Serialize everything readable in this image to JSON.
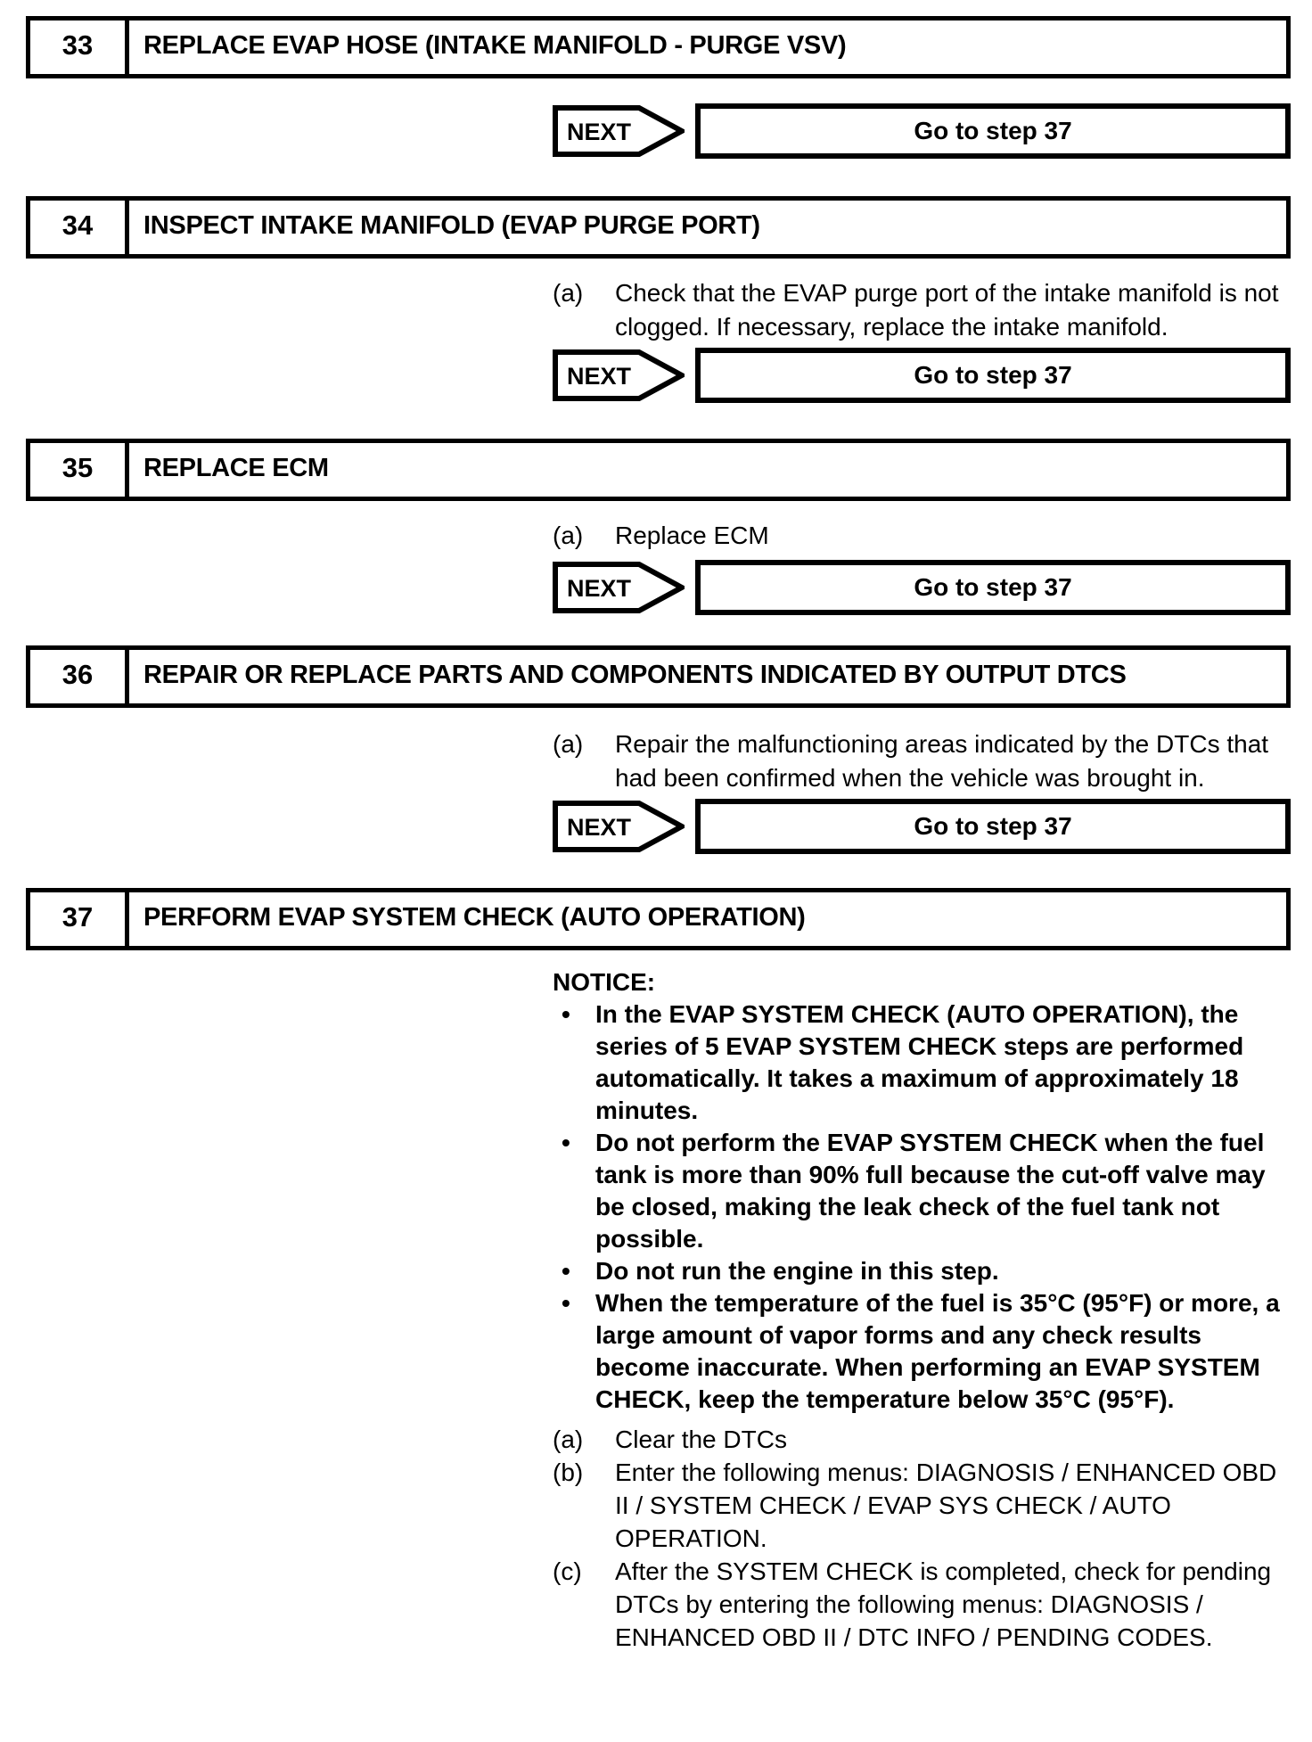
{
  "page": {
    "next_label": "NEXT",
    "bullet_char": "•",
    "border_color": "#000000",
    "background_color": "#ffffff"
  },
  "steps": [
    {
      "number": "33",
      "title": "REPLACE EVAP HOSE (INTAKE MANIFOLD - PURGE VSV)",
      "next_action": "Go to step 37"
    },
    {
      "number": "34",
      "title": "INSPECT INTAKE MANIFOLD (EVAP PURGE PORT)",
      "instructions": [
        {
          "marker": "(a)",
          "text": "Check that the EVAP purge port of the intake manifold is not clogged. If necessary, replace the intake manifold."
        }
      ],
      "next_action": "Go to step 37"
    },
    {
      "number": "35",
      "title": "REPLACE ECM",
      "instructions": [
        {
          "marker": "(a)",
          "text": "Replace ECM"
        }
      ],
      "next_action": "Go to step 37"
    },
    {
      "number": "36",
      "title": "REPAIR OR REPLACE PARTS AND COMPONENTS INDICATED BY OUTPUT DTCS",
      "instructions": [
        {
          "marker": "(a)",
          "text": "Repair the malfunctioning areas indicated by the DTCs that had been confirmed when the vehicle was brought in."
        }
      ],
      "next_action": "Go to step 37"
    },
    {
      "number": "37",
      "title": "PERFORM EVAP SYSTEM CHECK (AUTO OPERATION)",
      "notice": {
        "label": "NOTICE:",
        "bullets": [
          "In the EVAP SYSTEM CHECK (AUTO OPERATION), the series of 5 EVAP SYSTEM CHECK steps are performed automatically. It takes a maximum of approximately 18 minutes.",
          "Do not perform the EVAP SYSTEM CHECK when the fuel tank is more than 90% full because the cut-off valve may be closed, making the leak check of the fuel tank not possible.",
          "Do not run the engine in this step.",
          "When the temperature of the fuel is 35°C (95°F) or more, a large amount of vapor forms and any check results become inaccurate. When performing an EVAP SYSTEM CHECK, keep the temperature below 35°C (95°F)."
        ]
      },
      "instructions": [
        {
          "marker": "(a)",
          "text": "Clear the DTCs"
        },
        {
          "marker": "(b)",
          "text": "Enter the following menus: DIAGNOSIS / ENHANCED OBD II / SYSTEM CHECK / EVAP SYS CHECK / AUTO OPERATION."
        },
        {
          "marker": "(c)",
          "text": "After the SYSTEM CHECK is completed, check for pending DTCs by entering the following menus: DIAGNOSIS / ENHANCED OBD II / DTC INFO / PENDING CODES."
        }
      ]
    }
  ]
}
